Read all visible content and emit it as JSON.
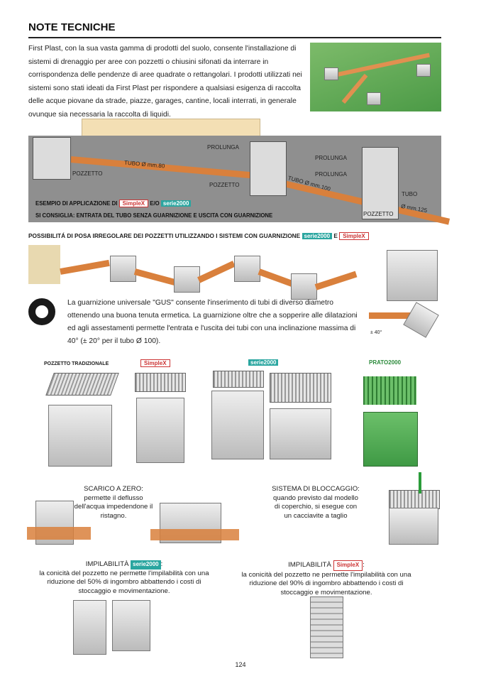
{
  "title": "NOTE TECNICHE",
  "intro": "First Plast, con la sua vasta gamma di prodotti del suolo, consente l'installazione di sistemi di drenaggio per aree con pozzetti o chiusini sifonati da interrare in corrispondenza delle pendenze di aree quadrate o rettangolari. I prodotti utilizzati nei sistemi sono stati ideati da First Plast per rispondere a qualsiasi esigenza di raccolta delle acque piovane da strade, piazze, garages, cantine, locali interrati, in generale ovunque sia necessaria la raccolta di liquidi.",
  "diagram": {
    "prolunga": "PROLUNGA",
    "pozzetto": "POZZETTO",
    "tubo80": "TUBO Ø mm.80",
    "tubo100": "TUBO Ø mm.100",
    "tubo": "TUBO",
    "tubo125": "Ø mm.125",
    "esempio": "ESEMPIO DI APPLICAZIONE DI",
    "eo": "E/O",
    "consiglia": "SI CONSIGLIA: ENTRATA DEL TUBO SENZA GUARNIZIONE E USCITA CON GUARNIZIONE"
  },
  "brands": {
    "simplex": "SimpleX",
    "serie": "serie2000",
    "prato": "PRATO2000"
  },
  "posa_heading": "POSSIBILITÁ DI POSA IRREGOLARE DEI POZZETTI UTILIZZANDO I SISTEMI CON GUARNIZIONE",
  "posa_and": "E",
  "gus_text": "La guarnizione universale \"GUS\" consente l'inserimento di tubi di diverso diametro ottenendo una buona tenuta ermetica. La guarnizione oltre che a sopperire alle dilatazioni ed agli assestamenti  permette l'entrata e l'uscita dei tubi con una inclinazione massima di 40° (± 20° per il tubo Ø 100).",
  "angle": "± 40°",
  "products": {
    "traditional": "POZZETTO TRADIZIONALE"
  },
  "features": {
    "scarico_title": "SCARICO A ZERO",
    "scarico_text": "permette il deflusso dell'acqua impedendone il ristagno.",
    "blocco_title": "SISTEMA DI BLOCCAGGIO",
    "blocco_text": "quando previsto dal modello di coperchio, si esegue con un cacciavite a taglio",
    "impil_title": "IMPILABILITÀ",
    "impil2000_text": "la conicità del pozzetto ne permette l'impilabilità con una riduzione del 50% di ingombro abbattendo i costi di stoccaggio e movimentazione.",
    "impilsx_text": "la conicità del pozzetto ne permette l'impilabilità con una riduzione del 90% di ingombro abbattendo i costi di stoccaggio e movimentazione."
  },
  "page_number": "124"
}
